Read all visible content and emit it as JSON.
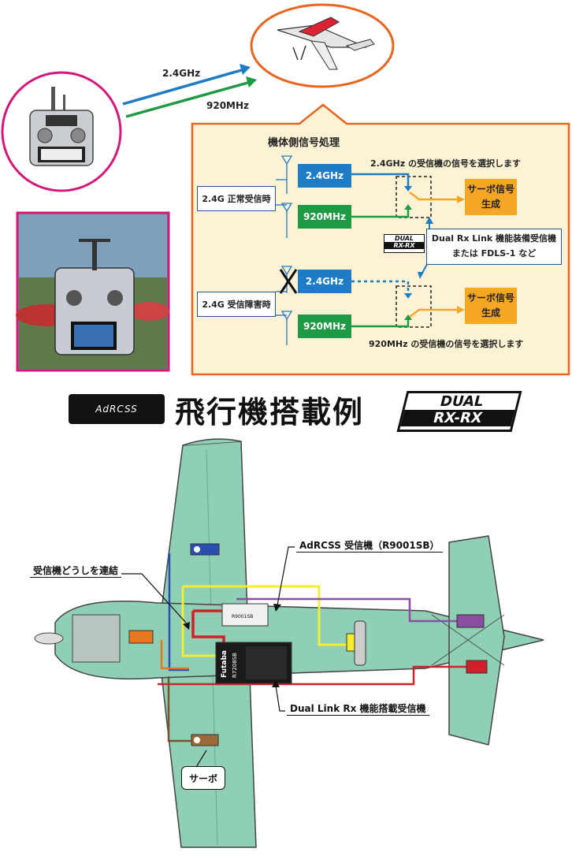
{
  "top": {
    "link_24": "2.4GHz",
    "link_920": "920MHz"
  },
  "processing": {
    "title": "機体側信号処理",
    "state_normal": "2.4G 正常受信時",
    "state_fault": "2.4G 受信障害時",
    "rx_24": "2.4GHz",
    "rx_920": "920MHz",
    "rx_24_b": "2.4GHz",
    "rx_920_b": "920MHz",
    "servo_line1": "サーボ信号",
    "servo_line2": "生成",
    "servo_b_line1": "サーボ信号",
    "servo_b_line2": "生成",
    "note_top": "2.4GHz の受信機の信号を選択します",
    "note_bottom": "920MHz の受信機の信号を選択します",
    "link_note_line1": "Dual Rx Link 機能装備受信機",
    "link_note_line2": "または FDLS-1 など",
    "dual_logo_line1": "DUAL",
    "dual_logo_line2": "RX-RX"
  },
  "section": {
    "adrcss_logo": "AdRCSS",
    "title": "飛行機搭載例",
    "dual_logo_line1": "DUAL",
    "dual_logo_line2": "RX-RX"
  },
  "airplane": {
    "label_adrcss_rx": "AdRCSS 受信機（R9001SB）",
    "label_link": "受信機どうしを連結",
    "label_dual_rx": "Dual Link Rx 機能搭載受信機",
    "label_servo": "サーボ",
    "rx1_brand": "Futaba",
    "rx1_model": "R7208SB",
    "rx2_model": "R9001SB"
  },
  "colors": {
    "orange_border": "#e9641f",
    "magenta_border": "#d4177a",
    "panel_bg": "#fdf3d4",
    "blue": "#1e7bc6",
    "green": "#1e9a45",
    "servo_orange": "#f5a623",
    "navy": "#1f2a7a",
    "plane": "#8fcfb5"
  }
}
